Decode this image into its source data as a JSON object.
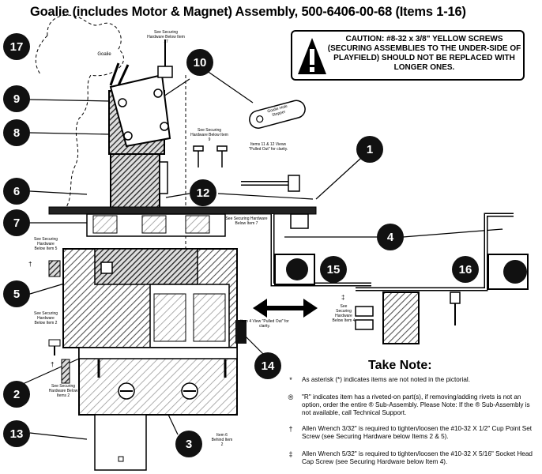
{
  "title": "Goalie (includes Motor & Magnet) Assembly, 500-6406-00-68 (Items 1-16)",
  "caution": {
    "text": "CAUTION: #8-32 x 3/8\" YELLOW SCREWS (SECURING ASSEMBLIES TO THE UNDER-SIDE OF PLAYFIELD) SHOULD NOT BE REPLACED WITH LONGER ONES."
  },
  "callouts": [
    "17",
    "10",
    "9",
    "8",
    "1",
    "12",
    "6",
    "7",
    "4",
    "15",
    "16",
    "5",
    "14",
    "2",
    "3",
    "13"
  ],
  "labels": {
    "goalie_outline": "Goalie",
    "items_11_12": "Items 11 & 12 Views \"Pulled Out\" for clarity.",
    "item4_view": "Item 4 View \"Pulled Out\" for clarity.",
    "item6_behind": "Item 6 Behind Item 2",
    "hw_top": "See Securing Hardware Below Item 17",
    "hw_mid": "See Securing Hardware Below Item 9",
    "hw_plate": "See Securing Hardware Below Item 7",
    "hw_left1": "See Securing Hardware Below Item 5",
    "hw_left2": "See Securing Hardware Below Item 2",
    "hw_bottom": "See Securing Hardware Below Items 2",
    "hw_right": "See Securing Hardware Below Item 4",
    "pictorial_10": "Goalie Hole Stopper"
  },
  "side_marks": {
    "dagger": "†",
    "ddagger": "‡"
  },
  "take_note": {
    "heading": "Take Note:",
    "items": [
      {
        "mark": "*",
        "text": "As asterisk (*) indicates items are not noted in the pictorial."
      },
      {
        "mark": "®",
        "text": "\"R\" indicates item has a riveted-on part(s), if removing/adding rivets is not an option, order the entire ® Sub-Assembly. Please Note: If the ® Sub-Assembly is not available, call Technical Support."
      },
      {
        "mark": "†",
        "text": "Allen Wrench 3/32\" is required to tighten/loosen the #10-32 X 1/2\" Cup Point Set Screw (see Securing Hardware below Items 2 & 5)."
      },
      {
        "mark": "‡",
        "text": "Allen Wrench 5/32\" is required to tighten/loosen the #10-32 X 5/16\" Socket Head Cap Screw (see Securing Hardware below Item 4)."
      }
    ]
  }
}
